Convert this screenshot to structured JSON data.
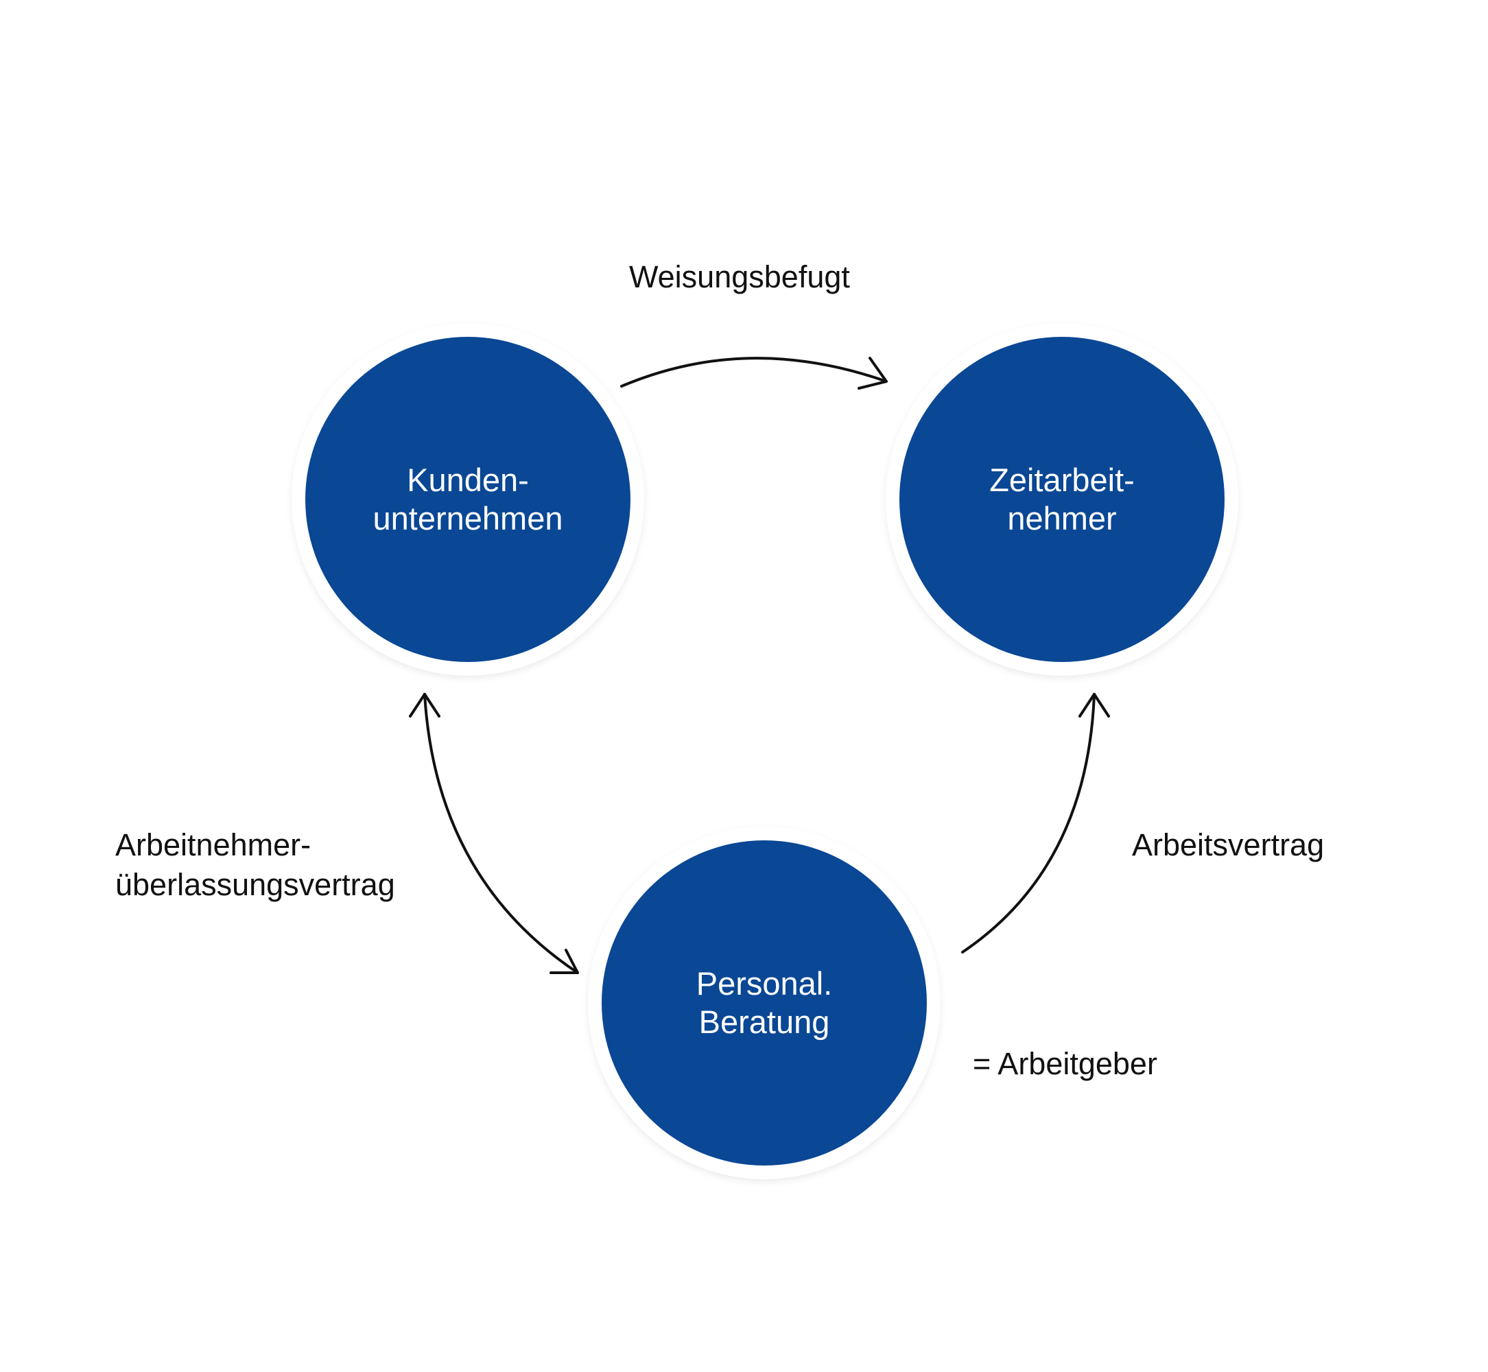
{
  "nodes": {
    "kunden": {
      "line1": "Kunden-",
      "line2": "unternehmen"
    },
    "zeit": {
      "line1": "Zeitarbeit-",
      "line2": "nehmer"
    },
    "personal": {
      "line1": "Personal.",
      "line2": "Beratung"
    }
  },
  "edges": {
    "weisung": {
      "label": "Weisungsbefugt",
      "from": "kunden",
      "to": "zeit",
      "direction": "forward"
    },
    "aue": {
      "label_line1": "Arbeitnehmer-",
      "label_line2": "überlassungsvertrag",
      "from": "kunden",
      "to": "personal",
      "direction": "both"
    },
    "arbeitsvertrag": {
      "label": "Arbeitsvertrag",
      "from": "personal",
      "to": "zeit",
      "direction": "forward"
    }
  },
  "annotation": {
    "arbeitgeber": "= Arbeitgeber"
  },
  "colors": {
    "node_fill": "#0a4795",
    "node_text": "#ffffff",
    "ring": "#ffffff",
    "arrow": "#111111",
    "label_text": "#111111"
  }
}
